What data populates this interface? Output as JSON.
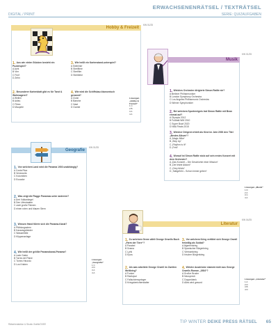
{
  "header": {
    "title": "ERWACHSENENRÄTSEL / TEXTRÄTSEL",
    "left": "DIGITAL / PRINT",
    "right": "SERIE: QUIZAUFGABEN"
  },
  "cards": {
    "hobby": {
      "code": "KW 01/25",
      "title": "Hobby & Freizeit",
      "q1": {
        "num": "1.",
        "text": "Aus wie vielen Stücken besteht ein Puzzlespiel?",
        "opts": [
          "A  Acht",
          "B  Vier",
          "C  Fünf",
          "D  Zehn"
        ]
      },
      "q2": {
        "num": "2.",
        "text": "Besonderer Kartenblatt gibt es für Tarot & Wahrsagerei?",
        "opts": [
          "A  Wellen",
          "B  Adieu",
          "C  Fibes",
          "D  Maupele"
        ]
      },
      "q3": {
        "num": "3.",
        "text": "Wie heißt ein Kartenstand-unterspiel?",
        "opts": [
          "A  Sixthliner",
          "B  Streifilme",
          "C  Streifilm",
          "D  Streiliebe"
        ]
      },
      "q4": {
        "num": "4.",
        "text": "Wie wird die Schiffsbau ökonomisch genannt?",
        "opts": [
          "A  Clutzi",
          "B  Baeche",
          "C  Nast",
          "D  Garnte"
        ]
      },
      "solution": {
        "head": "Lösungen „Hobby & Freizeit“",
        "lines": [
          "1 C",
          "2 B",
          "3 A",
          "4 A"
        ]
      }
    },
    "musik": {
      "code": "KW 01/25",
      "title": "Musik",
      "q1": {
        "num": "1.",
        "text": "Welches Orchester dirigierte Simon Rattle nie?",
        "opts": [
          "A  Berliner Philharmoniker",
          "B  London Symphony Orchestra",
          "C  Los Angeles Philharmonic Orchestra",
          "D  Wiener Symphoniker"
        ]
      },
      "q2": {
        "num": "2.",
        "text": "Bei welchem Sportereignis trat Simon Rattle mit Bean einmal auf?",
        "opts": [
          "A  Olympia 2012",
          "B  Fußball-WM 2010",
          "C  Super Bowl 2020",
          "D  NBA Finals 2015"
        ]
      },
      "q3": {
        "num": "3.",
        "text": "Welcher Dirigent erhielt als Kind im Jahr 2000 den Titel „Bestes Album“?",
        "opts": [
          "A  „Magic Mike“",
          "B  „Step Up“",
          "C  „Rhythm is it!“",
          "D  „Fred“"
        ]
      },
      "q4": {
        "num": "4.",
        "text": "Worauf ist Simon Rattle stolz auf sein erstes Konzert mit dem Orchester?",
        "opts": [
          "A  „Das Konzert – Die Geschichte einer Mission“",
          "B  „Der letzte Akkord“",
          "C  „Grey Aristo“",
          "D  „Taktgefühl – Schon immer geben“"
        ]
      },
      "solution": {
        "head": "Lösungen „Musik“",
        "lines": [
          "1 D",
          "2 A",
          "3 C",
          "4 A"
        ]
      }
    },
    "geo": {
      "code": "KW 01/25",
      "title": "Geografie",
      "q1": {
        "num": "1.",
        "text": "Von welchem Land wird die Panama 1903 unabhängig?",
        "opts": [
          "A  Costa Rica",
          "B  Venezuela",
          "C  Kolumbien",
          "D  Ecuador"
        ]
      },
      "q2": {
        "num": "2.",
        "text": "Was zeigt die Flagge Panamas unter anderem?",
        "opts": [
          "A  Drei Vulkankegel",
          "B  Den Uferstaaten",
          "C  zwei große Palmen",
          "D  einen roten und blauen Stern"
        ]
      },
      "q3": {
        "num": "3.",
        "text": "Wessen Hand führte sich die Panama-Kanal?",
        "opts": [
          "A  Pfählungsstern",
          "B  Karawsgebieder",
          "C  Wasserfälle",
          "D  Klippenanlage"
        ]
      },
      "q4": {
        "num": "4.",
        "text": "Wie heißt der größte Panamakanal-Panama?",
        "opts": [
          "A  Lado Gatún",
          "B  Torres del Paine",
          "C  Torres Hirundo",
          "D  Los Kristen"
        ]
      },
      "solution": {
        "head": "Lösungen „Geografie“",
        "lines": [
          "1 C",
          "2 D",
          "3 A",
          "4 A"
        ]
      }
    },
    "lit": {
      "code": "KW 04/25",
      "title": "Literatur",
      "q1": {
        "num": "1.",
        "text": "Zu welchem Genre zählt George Orwells Buch „Farm der Tiere“?",
        "opts": [
          "A  Parabel",
          "B  Drama",
          "C  Lyrik",
          "D  Epos"
        ]
      },
      "q2": {
        "num": "2.",
        "text": "Als was arbeitete George Orwell im Zweiten Weltkrieg?",
        "opts": [
          "A  Funker",
          "B  Radiojoul",
          "C  Fallschirmspringer",
          "D  Kriegsberichterstatter"
        ]
      },
      "q3": {
        "num": "3.",
        "text": "Vor welchem Krieg verfährt sich George Orwell freiwillig als Soldat?",
        "opts": [
          "A  Algerienkrieg",
          "B  Spanischer Bürgerkrieg",
          "C  Vietnamkrieg",
          "D  Irischer Bürgerkrieg"
        ]
      },
      "q4": {
        "num": "4.",
        "text": "Welche Ausdrücke stammt nicht aus George Orwells Roman „1984“?",
        "opts": [
          "A  Großer Bruder",
          "B  Neusprech",
          "C  Doppeldenk",
          "D  Alles wird gesund"
        ]
      },
      "solution": {
        "head": "Lösungen „Literatur“",
        "lines": [
          "1 A",
          "2 D",
          "3 B",
          "4 D"
        ]
      }
    }
  },
  "footer": {
    "left": "Rätselredaktion & Studio Grafik/OXEE",
    "right_pre": "TIP WINTER",
    "right_bold": "DEIKE PRESS RÄTSEL",
    "page": "65"
  }
}
